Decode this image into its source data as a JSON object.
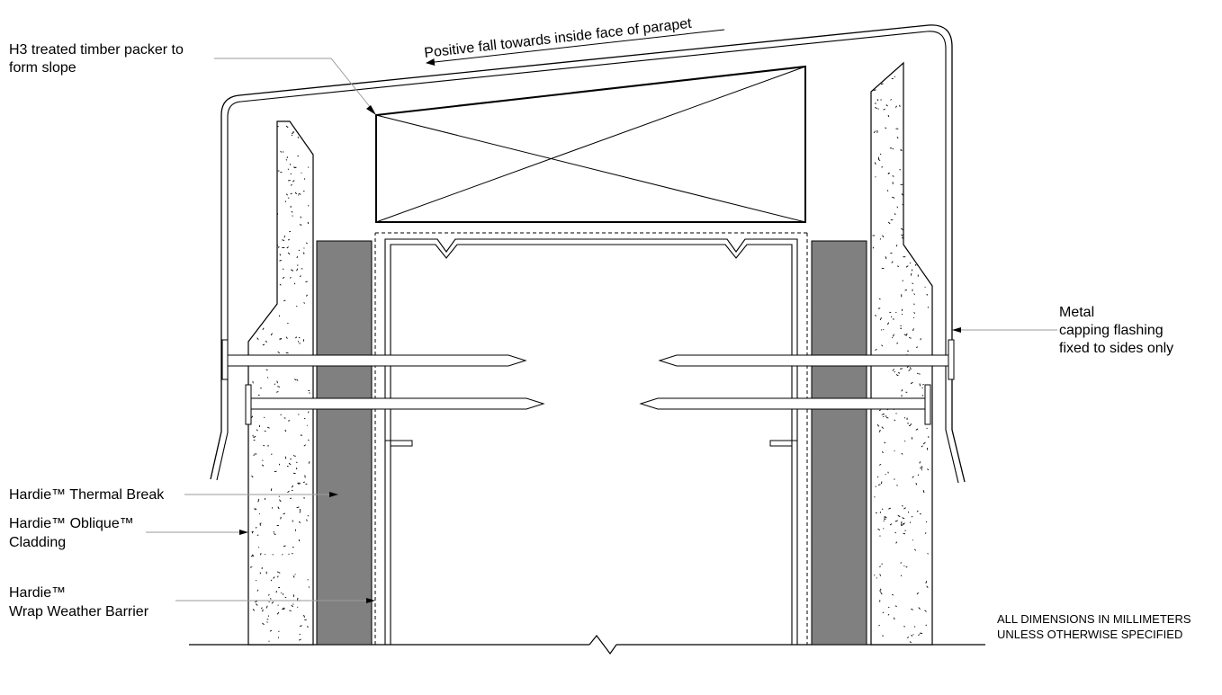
{
  "labels": {
    "timber_packer": [
      "H3 treated timber packer to",
      "form slope"
    ],
    "fall_note": "Positive fall towards inside face of parapet",
    "metal_capping": [
      "Metal",
      "capping flashing",
      "fixed to sides only"
    ],
    "thermal_break": "Hardie™ Thermal Break",
    "oblique_cladding": [
      "Hardie™ Oblique™",
      "Cladding"
    ],
    "wrap_barrier": [
      "Hardie™",
      "Wrap Weather Barrier"
    ],
    "dimensions_note": [
      "ALL DIMENSIONS IN MILLIMETERS",
      "UNLESS OTHERWISE SPECIFIED"
    ]
  },
  "colors": {
    "line": "#000000",
    "thermal_break_fill": "#808080",
    "leader": "#9a9a9a",
    "background": "#ffffff"
  }
}
